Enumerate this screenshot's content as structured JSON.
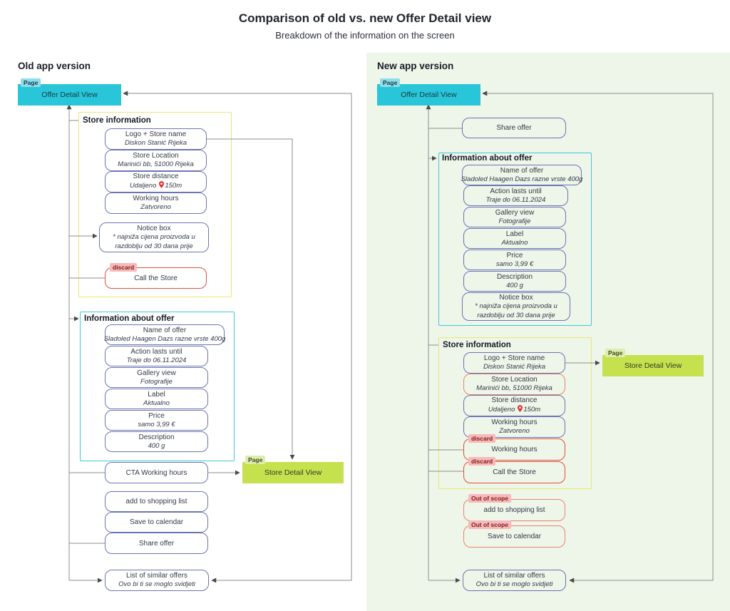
{
  "title": {
    "main": "Comparison of old vs. new Offer Detail view",
    "subtitle": "Breakdown of the information on the screen"
  },
  "tags": {
    "page": "Page",
    "discard": "discard",
    "out_of_scope": "Out of scope"
  },
  "colors": {
    "page_node_fill": "#29c5d8",
    "page_node_green_fill": "#c6e14e",
    "new_panel_bg": "#eef5e9",
    "group_yellow_border": "#e7e96e",
    "group_blue_border": "#3fc9de",
    "node_border": "#6b74b4",
    "discard_border": "#df4f3b",
    "out_of_scope_border": "#e8866e",
    "tag_pink_bg": "#f7b9bc",
    "pin_red": "#e03131",
    "wire_gray": "#8e8e8e"
  },
  "old": {
    "heading": "Old app version",
    "offer_page": "Offer Detail View",
    "store_detail_page": "Store Detail View",
    "store_group": "Store information",
    "offer_group": "Information about offer",
    "logo": {
      "label": "Logo + Store name",
      "sub": "Diskon Stanić Rijeka"
    },
    "location": {
      "label": "Store Location",
      "sub": "Marinići bb, 51000 Rijeka"
    },
    "distance": {
      "label": "Store distance",
      "sub_before": "Udaljeno",
      "sub_after": "150m"
    },
    "hours": {
      "label": "Working hours",
      "sub": "Zatvoreno"
    },
    "notice": {
      "label": "Notice box",
      "sub": "* najniža cijena proizvoda u razdoblju od 30 dana prije"
    },
    "call_store": {
      "label": "Call the Store"
    },
    "name": {
      "label": "Name of offer",
      "sub": "Sladoled Haagen Dazs razne vrste 400g"
    },
    "action": {
      "label": "Action lasts until",
      "sub": "Traje do 06.11.2024"
    },
    "gallery": {
      "label": "Gallery view",
      "sub": "Fotografije"
    },
    "label_node": {
      "label": "Label",
      "sub": "Aktualno"
    },
    "price": {
      "label": "Price",
      "sub": "samo 3,99 €"
    },
    "description": {
      "label": "Description",
      "sub": "400 g"
    },
    "cta_hours": {
      "label": "CTA Working hours"
    },
    "add_list": {
      "label": "add to shopping list"
    },
    "save_cal": {
      "label": "Save to calendar"
    },
    "share": {
      "label": "Share offer"
    },
    "similar": {
      "label": "List of similar offers",
      "sub": "Ovo bi ti se moglo svidjeti"
    }
  },
  "new": {
    "heading": "New app version",
    "offer_page": "Offer Detail View",
    "store_detail_page": "Store Detail View",
    "store_group": "Store information",
    "offer_group": "Information about offer",
    "share": {
      "label": "Share offer"
    },
    "name": {
      "label": "Name of offer",
      "sub": "Sladoled Haagen Dazs razne vrste 400g"
    },
    "action": {
      "label": "Action lasts until",
      "sub": "Traje do 06.11.2024"
    },
    "gallery": {
      "label": "Gallery view",
      "sub": "Fotografije"
    },
    "label_node": {
      "label": "Label",
      "sub": "Aktualno"
    },
    "price": {
      "label": "Price",
      "sub": "samo 3,99 €"
    },
    "description": {
      "label": "Description",
      "sub": "400 g"
    },
    "notice": {
      "label": "Notice box",
      "sub": "* najniža cijena proizvoda u razdoblju od 30 dana prije"
    },
    "logo": {
      "label": "Logo + Store name",
      "sub": "Diskon Stanić Rijeka"
    },
    "location": {
      "label": "Store Location",
      "sub": "Marinići bb, 51000 Rijeka"
    },
    "distance": {
      "label": "Store distance",
      "sub_before": "Udaljeno",
      "sub_after": "150m"
    },
    "hours": {
      "label": "Working hours",
      "sub": "Zatvoreno"
    },
    "discard_hours": {
      "label": "Working hours"
    },
    "discard_call": {
      "label": "Call the Store"
    },
    "out_add": {
      "label": "add to shopping list"
    },
    "out_cal": {
      "label": "Save to calendar"
    },
    "similar": {
      "label": "List of similar offers",
      "sub": "Ovo bi ti se moglo svidjeti"
    }
  }
}
